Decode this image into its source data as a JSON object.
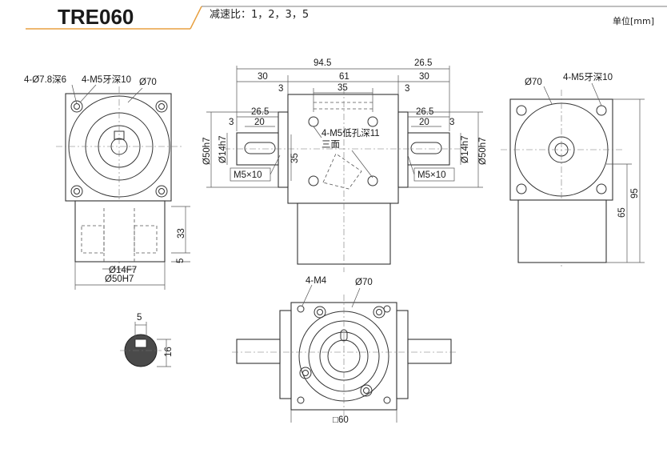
{
  "header": {
    "model": "TRE060",
    "ratio": "减速比：1，2，3，5",
    "unit": "单位[mm]"
  },
  "front_view": {
    "hole_callout": "4-Ø7.8深6",
    "thread_callout": "4-M5牙深10",
    "pcd": "Ø70",
    "height_33": "33",
    "height_5": "5",
    "bore": "Ø14F7",
    "spigot": "Ø50H7"
  },
  "middle_view": {
    "overall": "94.5",
    "right_ext": "26.5",
    "left_30": "30",
    "center_61": "61",
    "right_30": "30",
    "inner_35": "35",
    "left_3": "3",
    "right_3": "3",
    "shaft_len_l": "26.5",
    "key_len_l": "20",
    "key_off_l": "3",
    "shaft_len_r": "26.5",
    "key_len_r": "20",
    "key_off_r": "3",
    "pilot_l": "Ø50h7",
    "shaft_l": "Ø14h7",
    "shaft_r": "Ø14h7",
    "pilot_r": "Ø50h7",
    "side_35": "35",
    "tap_l": "M5×10",
    "tap_r": "M5×10",
    "note_line1": "4-M5低孔深11",
    "note_line2": "三面"
  },
  "right_view": {
    "pcd": "Ø70",
    "thread_callout": "4-M5牙深10",
    "height_65": "65",
    "height_95": "95"
  },
  "bottom_view": {
    "holes": "4-M4",
    "pcd": "Ø70",
    "square": "□60"
  },
  "key_section": {
    "width": "5",
    "height": "16"
  }
}
